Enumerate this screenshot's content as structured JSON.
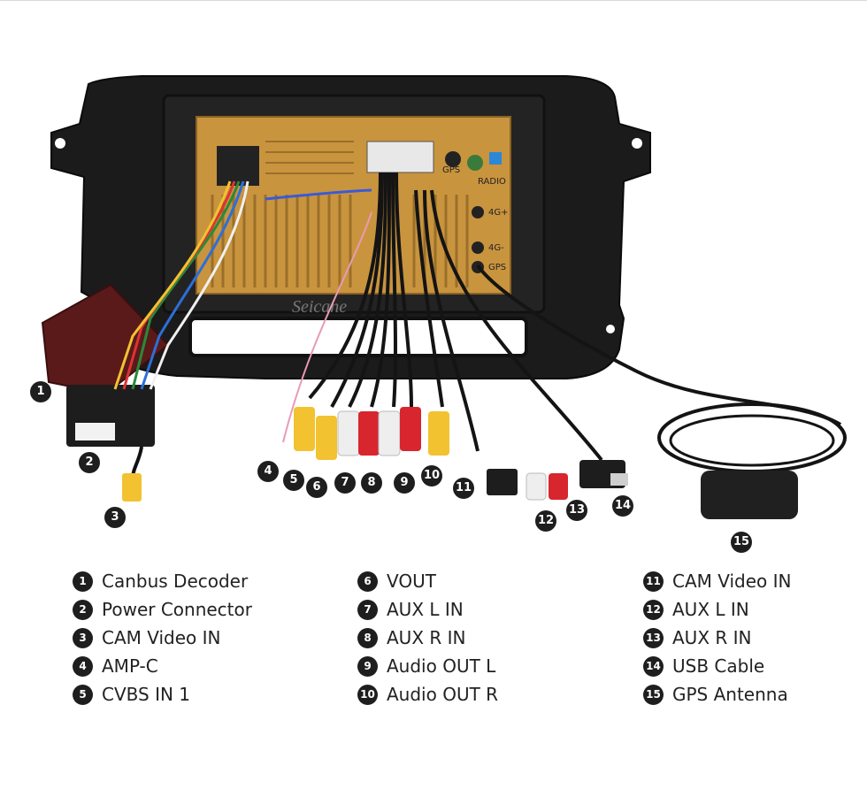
{
  "image": {
    "watermark": "Seicane",
    "port_labels": {
      "gps": "GPS",
      "radio": "RADIO",
      "4g_plus": "4G+",
      "4g_minus": "4G-",
      "gps_lower": "GPS"
    }
  },
  "markers": [
    "1",
    "2",
    "3",
    "4",
    "5",
    "6",
    "7",
    "8",
    "9",
    "10",
    "11",
    "12",
    "13",
    "14",
    "15"
  ],
  "legend": {
    "col1": [
      {
        "num": "1",
        "label": "Canbus Decoder"
      },
      {
        "num": "2",
        "label": "Power Connector"
      },
      {
        "num": "3",
        "label": "CAM Video IN"
      },
      {
        "num": "4",
        "label": "AMP-C"
      },
      {
        "num": "5",
        "label": "CVBS IN 1"
      }
    ],
    "col2": [
      {
        "num": "6",
        "label": "VOUT"
      },
      {
        "num": "7",
        "label": "AUX L IN"
      },
      {
        "num": "8",
        "label": "AUX R IN"
      },
      {
        "num": "9",
        "label": "Audio OUT L"
      },
      {
        "num": "10",
        "label": "Audio OUT R"
      }
    ],
    "col3": [
      {
        "num": "11",
        "label": "CAM Video IN"
      },
      {
        "num": "12",
        "label": "AUX L IN"
      },
      {
        "num": "13",
        "label": "AUX R IN"
      },
      {
        "num": "14",
        "label": "USB Cable"
      },
      {
        "num": "15",
        "label": "GPS Antenna"
      }
    ]
  },
  "colors": {
    "frame": "#1b1b1b",
    "board": "#c9943e",
    "rca_yellow": "#f2c230",
    "rca_red": "#d8262e",
    "rca_white": "#eeeeee",
    "decoder": "#5a1a1a",
    "marker": "#1e1e1e"
  }
}
